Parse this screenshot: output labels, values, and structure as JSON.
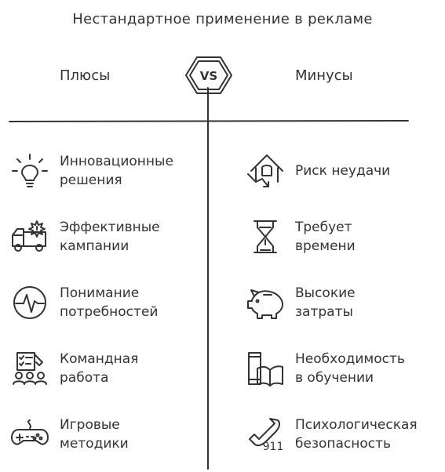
{
  "title": "Нестандартное применение в рекламе",
  "pros": {
    "heading": "Плюсы",
    "items": [
      {
        "line1": "Инновационные",
        "line2": "решения",
        "icon": "lightbulb-icon"
      },
      {
        "line1": "Эффективные",
        "line2": "кампании",
        "icon": "delivery-truck-icon"
      },
      {
        "line1": "Понимание",
        "line2": "потребностей",
        "icon": "pulse-icon"
      },
      {
        "line1": "Командная",
        "line2": "работа",
        "icon": "team-checklist-icon"
      },
      {
        "line1": "Игровые",
        "line2": "методики",
        "icon": "gamepad-icon"
      }
    ]
  },
  "cons": {
    "heading": "Минусы",
    "items": [
      {
        "line1": "Риск неудачи",
        "line2": "",
        "icon": "house-down-icon"
      },
      {
        "line1": "Требует",
        "line2": "времени",
        "icon": "hourglass-icon"
      },
      {
        "line1": "Высокие",
        "line2": "затраты",
        "icon": "piggy-bank-icon"
      },
      {
        "line1": "Необходимость",
        "line2": "в обучении",
        "icon": "phone-book-icon"
      },
      {
        "line1": "Психологическая",
        "line2": "безопасность",
        "icon": "emergency-phone-icon"
      }
    ]
  },
  "vs_label": "VS",
  "emergency_number": "911"
}
